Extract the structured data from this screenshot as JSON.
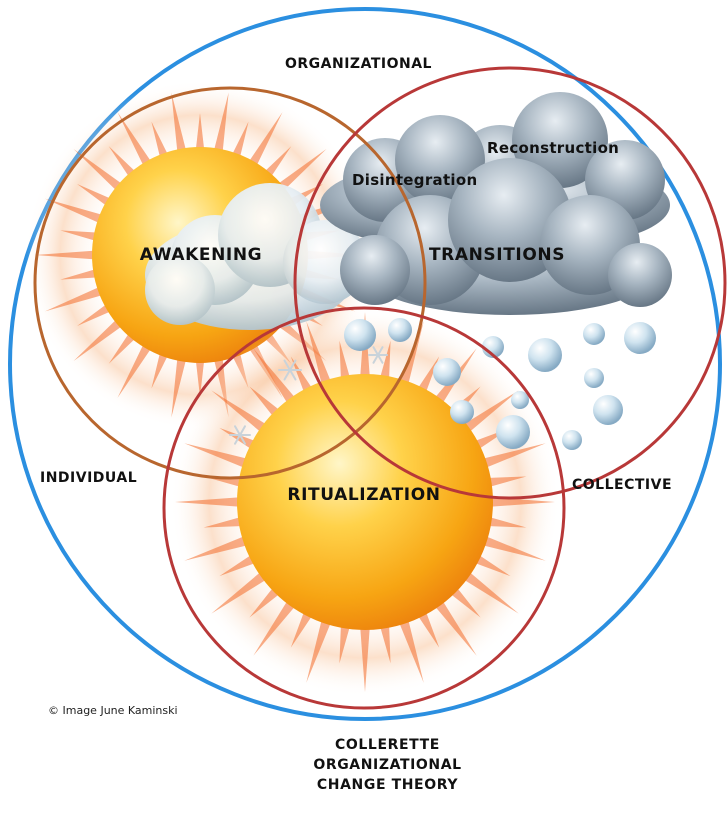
{
  "labels": {
    "organizational": "ORGANIZATIONAL",
    "individual": "INDIVIDUAL",
    "collective": "COLLECTIVE",
    "awakening": "AWAKENING",
    "transitions": "TRANSITIONS",
    "ritualization": "RITUALIZATION",
    "disintegration": "Disintegration",
    "reconstruction": "Reconstruction"
  },
  "copyright": "© Image June Kaminski",
  "title": [
    "COLLERETTE",
    "ORGANIZATIONAL",
    "CHANGE THEORY"
  ],
  "colors": {
    "outer_circle": "#2b8fe0",
    "awakening_circle": "#b8662e",
    "transitions_circle": "#b83838",
    "ritualization_circle": "#b83838",
    "sun": "#f5a311",
    "sun_rays": "#f26b2a",
    "cloud": "#8a9aab",
    "raindrop": "#a7c9e0"
  },
  "icons": [
    "sun-icon",
    "cloud-icon",
    "raindrop-icon",
    "snowflake-icon"
  ]
}
